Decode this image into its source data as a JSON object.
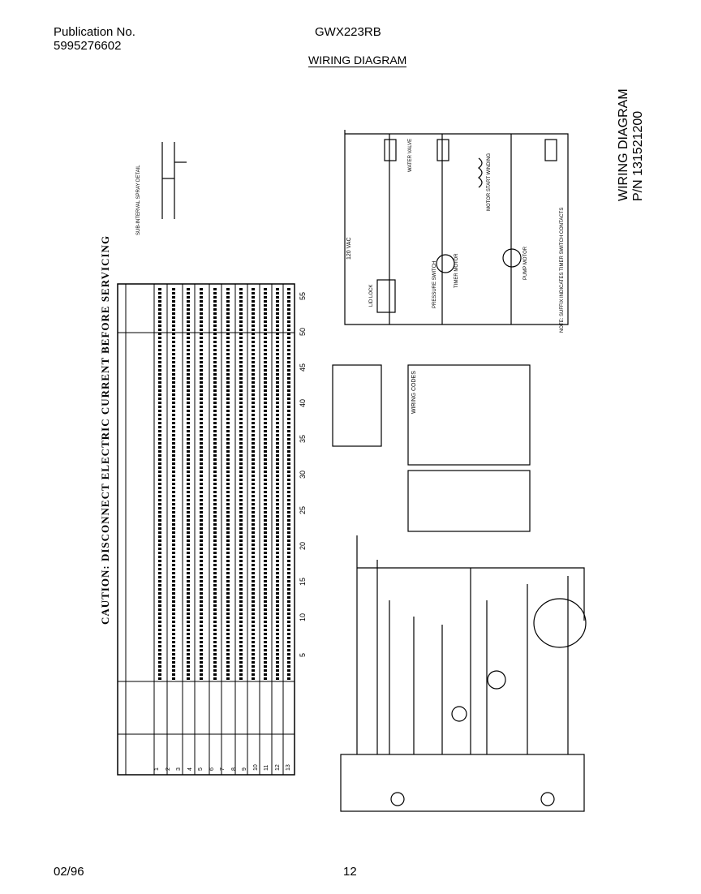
{
  "header": {
    "publication_label": "Publication No.",
    "publication_number": "5995276602",
    "model": "GWX223RB",
    "title": "WIRING DIAGRAM"
  },
  "diagram": {
    "caution": "CAUTION:  DISCONNECT  ELECTRIC  CURRENT  BEFORE  SERVICING",
    "wd_title": "WIRING DIAGRAM",
    "wd_part": "P/N 131521200",
    "spray_detail": "SUB-INTERVAL SPRAY DETAIL",
    "timer_motor": "TIMER MOTOR",
    "pump_motor": "PUMP MOTOR",
    "lid_lock": "LID LOCK",
    "water_valve": "WATER VALVE",
    "motor_start_winding": "MOTOR START WINDING",
    "pressure_switch": "PRESSURE SWITCH",
    "vac": "120 VAC",
    "wiring_codes": "WIRING CODES",
    "note": "NOTE: SUFFIX INDICATES TIMER SWITCH CONTACTS",
    "dial_scale": [
      "5",
      "10",
      "15",
      "20",
      "25",
      "30",
      "35",
      "40",
      "45",
      "50",
      "55"
    ],
    "table_rows": [
      "1",
      "2",
      "3",
      "4",
      "5",
      "6",
      "7",
      "8",
      "9",
      "10",
      "11",
      "12",
      "13"
    ]
  },
  "footer": {
    "date": "02/96",
    "page": "12"
  }
}
